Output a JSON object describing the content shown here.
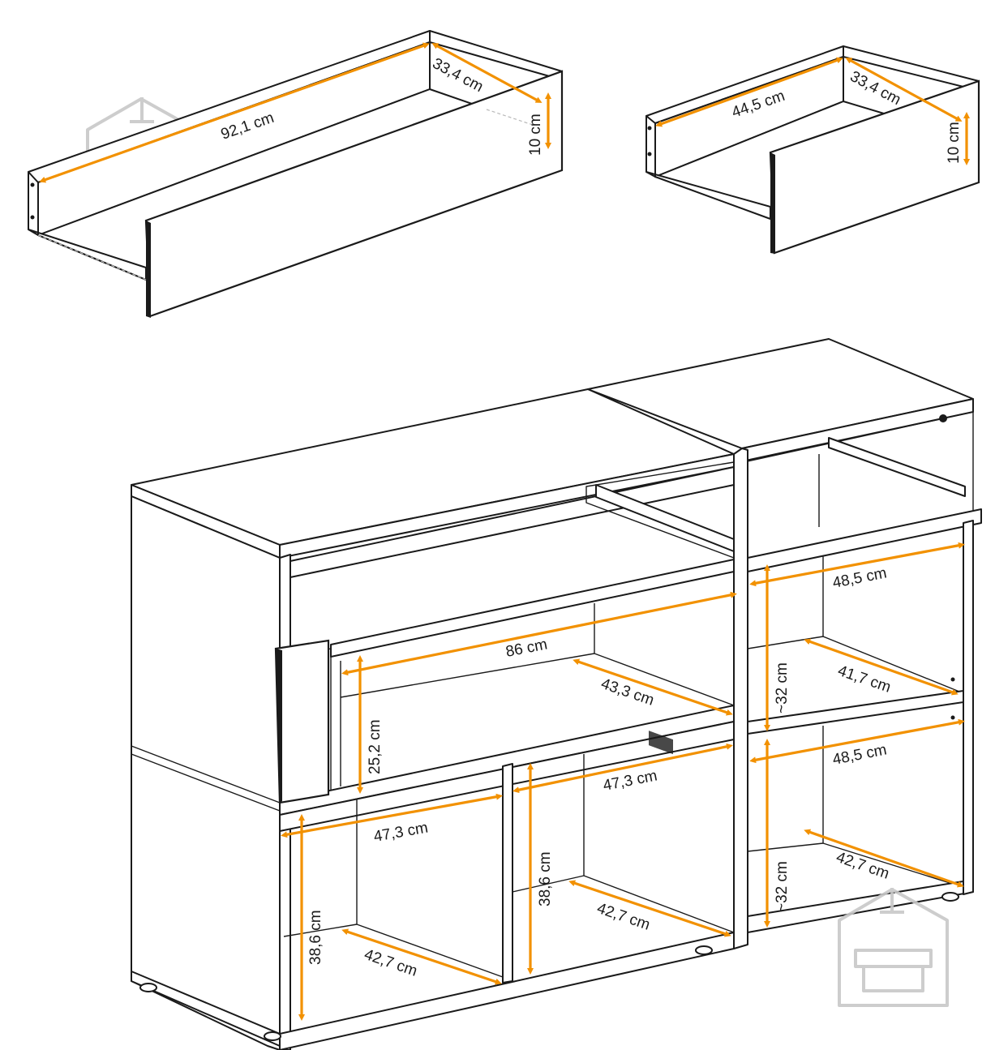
{
  "labels": {
    "long_drawer_width": "92,1 cm",
    "long_drawer_depth": "33,4 cm",
    "long_drawer_height": "10 cm",
    "short_drawer_width": "44,5 cm",
    "short_drawer_depth": "33,4 cm",
    "short_drawer_height": "10 cm",
    "top_compartment_width": "86 cm",
    "top_compartment_depth": "43,3 cm",
    "top_compartment_height": "25,2 cm",
    "bottom_left_width": "47,3 cm",
    "bottom_left_height": "38,6 cm",
    "bottom_left_depth": "42,7 cm",
    "bottom_middle_width": "47,3 cm",
    "bottom_middle_height": "38,6 cm",
    "bottom_middle_depth": "42,7 cm",
    "right_upper_width": "48,5 cm",
    "right_upper_height": "~32 cm",
    "right_upper_depth": "41,7 cm",
    "right_lower_width": "48,5 cm",
    "right_lower_height": "~32 cm",
    "right_lower_depth": "42,7 cm"
  },
  "colors": {
    "dimension": "#f29100",
    "line": "#1a1a1a",
    "watermark": "#c8c8c8"
  },
  "icons": {
    "watermark": "house-sofa-logo"
  }
}
